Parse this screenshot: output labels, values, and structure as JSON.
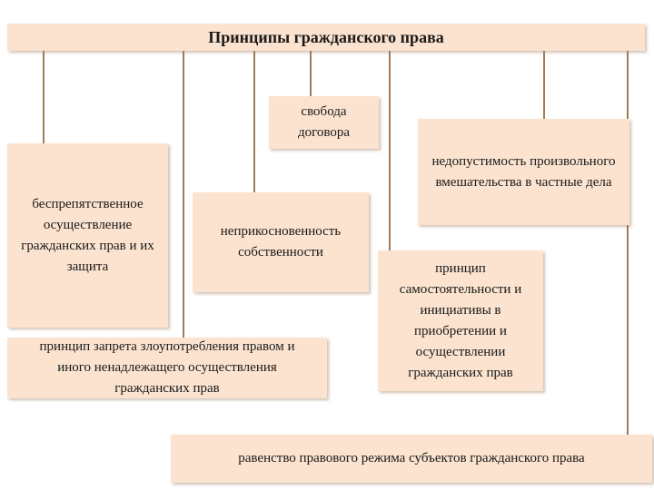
{
  "title": "Принципы гражданского права",
  "principles": {
    "freedom_contract": "свобода договора",
    "non_interference": "недопустимость произвольного вмешательства в частные дела",
    "unhindered": "беспрепятственное осуществление гражданских прав и их защита",
    "inviolability": "неприкосновенность собственности",
    "independence": "принцип самостоятельности и инициативы в приобретении и осуществлении гражданских прав",
    "abuse_prohibition": "принцип запрета злоупотребления правом и иного ненадлежащего осуществления гражданских прав",
    "equality": "равенство правового режима субъектов гражданского права"
  },
  "colors": {
    "box_fill": "#fbe3cf",
    "connector": "#a07c58"
  }
}
